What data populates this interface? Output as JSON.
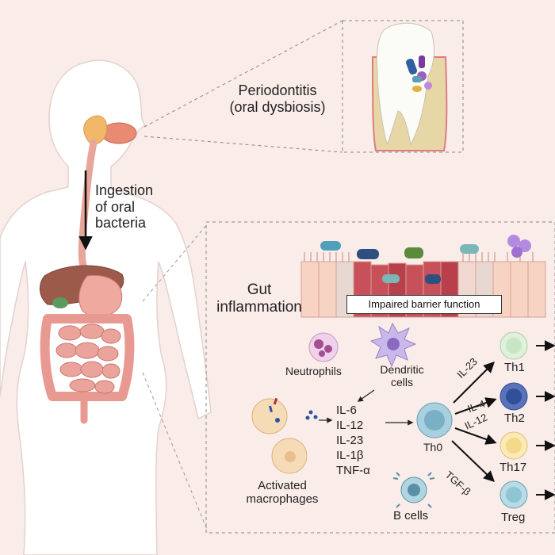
{
  "labels": {
    "periodontitis_1": "Periodontitis",
    "periodontitis_2": "(oral dysbiosis)",
    "ingestion_1": "Ingestion",
    "ingestion_2": "of oral",
    "ingestion_3": "bacteria",
    "gut_1": "Gut",
    "gut_2": "inflammation",
    "barrier": "Impaired barrier function",
    "neutrophils": "Neutrophils",
    "dendritic_1": "Dendritic",
    "dendritic_2": "cells",
    "macrophages_1": "Activated",
    "macrophages_2": "macrophages",
    "b_cells": "B cells",
    "th0": "Th0",
    "th1": "Th1",
    "th2": "Th2",
    "th17": "Th17",
    "treg": "Treg"
  },
  "cytokines": [
    "IL-6",
    "IL-12",
    "IL-23",
    "IL-1β",
    "TNF-α"
  ],
  "arrow_labels": {
    "to_th1": "IL-23",
    "to_th2": "IL-4",
    "to_th17": "IL-12",
    "to_treg": "TGF-β"
  },
  "colors": {
    "background": "#f9ece9",
    "body": "#ffffff",
    "intestine": "#e89a92",
    "liver": "#9b5a4a",
    "th1_cell": "#cfeacb",
    "th2_cell": "#2f4f9a",
    "th17_cell": "#f4d98a",
    "treg_cell": "#8fc4d3",
    "th0_cell": "#8fc4d3",
    "neutrophil": "#d9a6d3",
    "dendritic": "#b9a9dc",
    "macrophage": "#f2cfa0"
  }
}
